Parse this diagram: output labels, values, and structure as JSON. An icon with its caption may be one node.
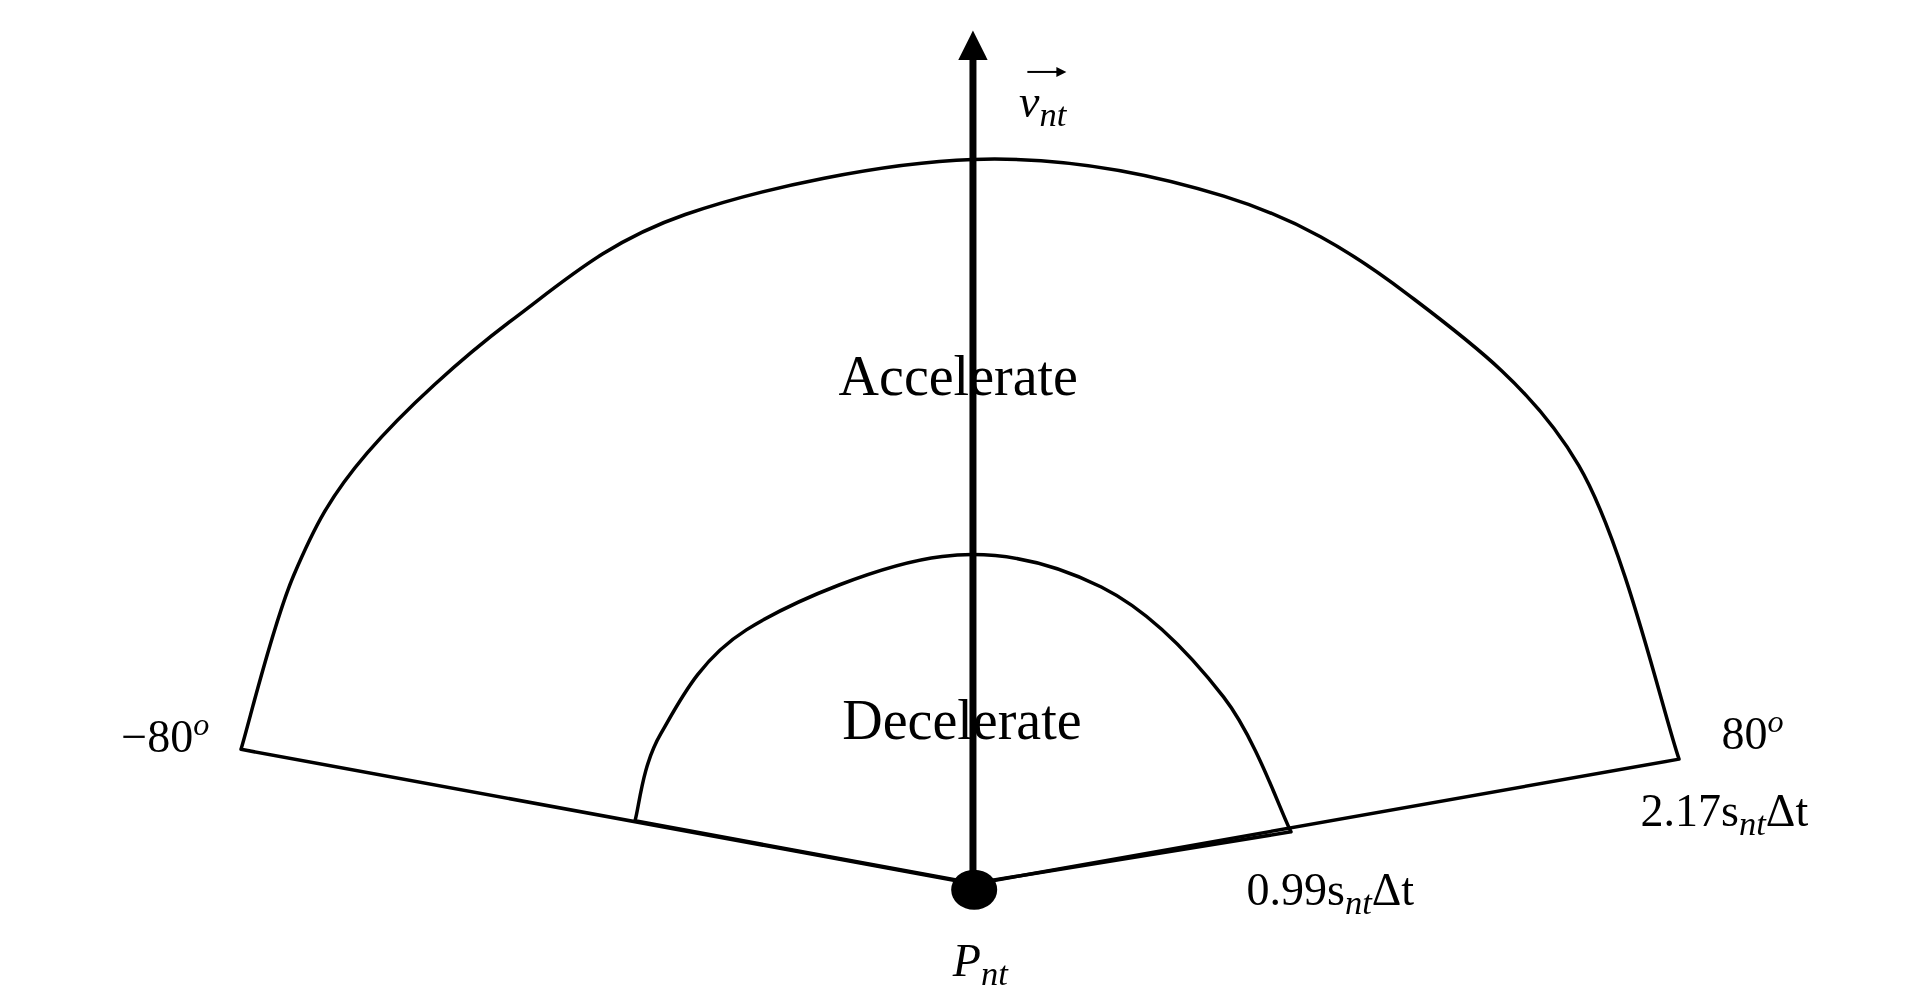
{
  "diagram": {
    "nodes": [
      {
        "text": [
          "Accelerate"
        ]
      },
      {
        "text": [
          "Decelerate"
        ],
        "in": 0
      }
    ],
    "labels": [
      "*v*$_{nt}$",
      "−80$^{o}$",
      "80$^{o}$",
      "2.17s$_{nt}$Δt",
      "0.99s$_{nt}$Δt",
      "*P*$_{nt}$"
    ]
  }
}
